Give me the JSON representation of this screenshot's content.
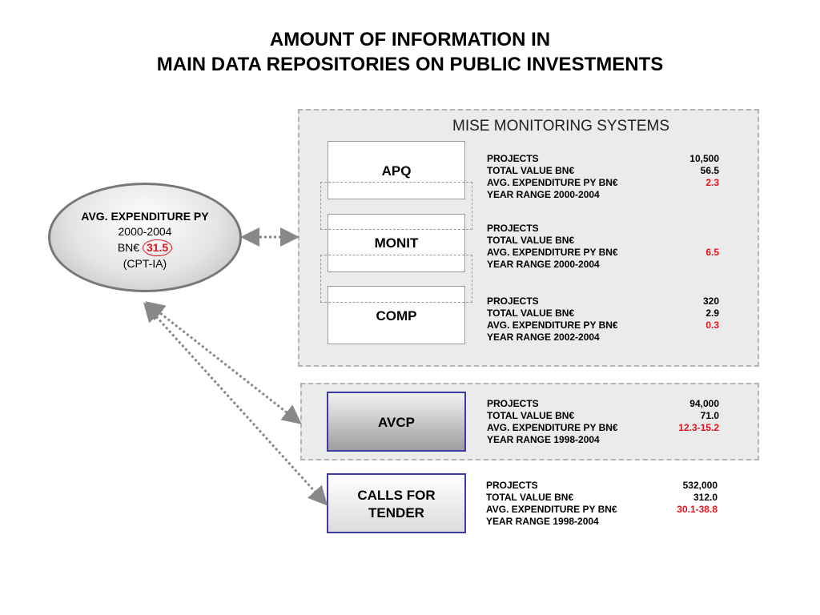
{
  "title": {
    "line1": "AMOUNT OF INFORMATION IN",
    "line2": "MAIN DATA REPOSITORIES ON PUBLIC INVESTMENTS"
  },
  "mise_panel": {
    "title": "MISE MONITORING SYSTEMS"
  },
  "ellipse": {
    "heading": "AVG. EXPENDITURE PY",
    "years": "2000-2004",
    "unit": "BN€",
    "value": "31.5",
    "source": "(CPT-IA)"
  },
  "labels": {
    "projects": "PROJECTS",
    "total_value": "TOTAL VALUE BN€",
    "avg_expenditure": "AVG. EXPENDITURE PY BN€",
    "year_range_prefix": "YEAR RANGE"
  },
  "systems": {
    "apq": {
      "name": "APQ",
      "projects": "10,500",
      "total_value": "56.5",
      "avg_expenditure": "2.3",
      "year_range": "YEAR RANGE 2000-2004"
    },
    "monit": {
      "name": "MONIT",
      "projects": "",
      "total_value": "",
      "avg_expenditure": "6.5",
      "year_range": "YEAR RANGE 2000-2004"
    },
    "comp": {
      "name": "COMP",
      "projects": "320",
      "total_value": "2.9",
      "avg_expenditure": "0.3",
      "year_range": "YEAR RANGE 2002-2004"
    },
    "avcp": {
      "name": "AVCP",
      "projects": "94,000",
      "total_value": "71.0",
      "avg_expenditure": "12.3-15.2",
      "year_range": "YEAR RANGE 1998-2004"
    },
    "calls": {
      "name_line1": "CALLS FOR",
      "name_line2": "TENDER",
      "projects": "532,000",
      "total_value": "312.0",
      "avg_expenditure": "30.1-38.8",
      "year_range": "YEAR RANGE 1998-2004"
    }
  },
  "colors": {
    "highlight": "#e0141e",
    "box_border": "#3a3aa8",
    "panel_bg": "#ebebeb",
    "connector": "#888888"
  }
}
